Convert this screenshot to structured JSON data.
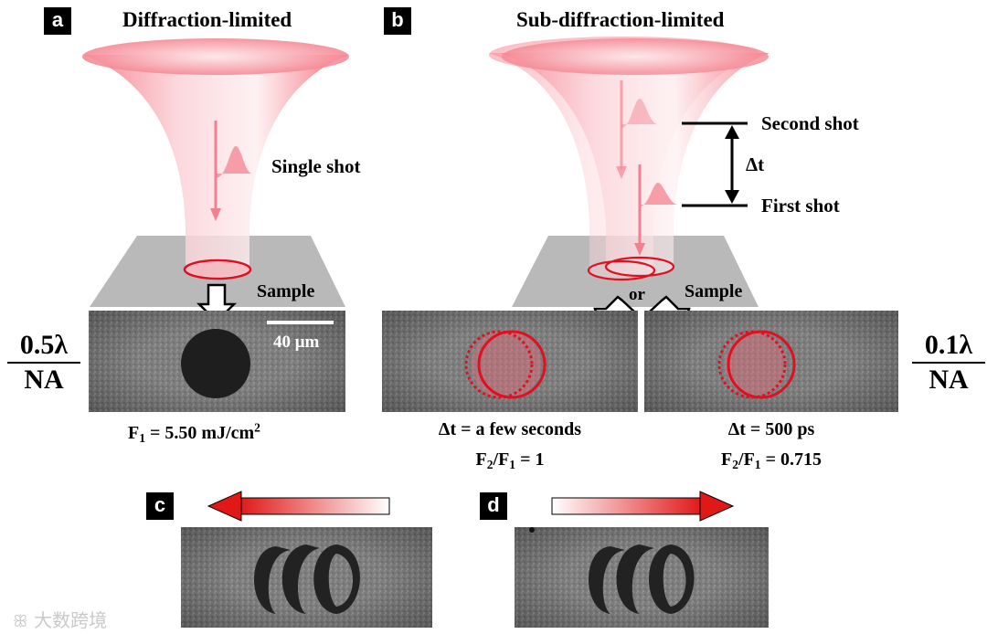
{
  "panels": {
    "a": {
      "letter": "a",
      "title": "Diffraction-limited",
      "beam_label": "Single shot",
      "sample_label": "Sample",
      "scale_bar": "40 μm",
      "fluence_base": "F",
      "fluence_sub": "1",
      "fluence_value": " = 5.50 mJ/cm",
      "fluence_sup": "2"
    },
    "b": {
      "letter": "b",
      "title": "Sub-diffraction-limited",
      "second_shot": "Second shot",
      "delta_t": "Δt",
      "first_shot": "First shot",
      "or_label": "or",
      "sample_label": "Sample",
      "left_caption_1": "Δt = a few seconds",
      "left_ratio_value": " = 1",
      "right_caption_1": "Δt = 500 ps",
      "right_ratio_value": " = 0.715",
      "ratio_f2": "F",
      "ratio_sub2": "2",
      "ratio_slash": "/F",
      "ratio_sub1": "1"
    },
    "c": {
      "letter": "c"
    },
    "d": {
      "letter": "d"
    }
  },
  "resolution_left": {
    "numerator": "0.5λ",
    "denominator": "NA"
  },
  "resolution_right": {
    "numerator": "0.1λ",
    "denominator": "NA"
  },
  "watermark": "大数跨境",
  "colors": {
    "beam": "#f06a78",
    "beam_light": "#fbd3d8",
    "circle": "#e01020",
    "sample": "#b7b7b7",
    "arrow_red": "#e01818"
  }
}
